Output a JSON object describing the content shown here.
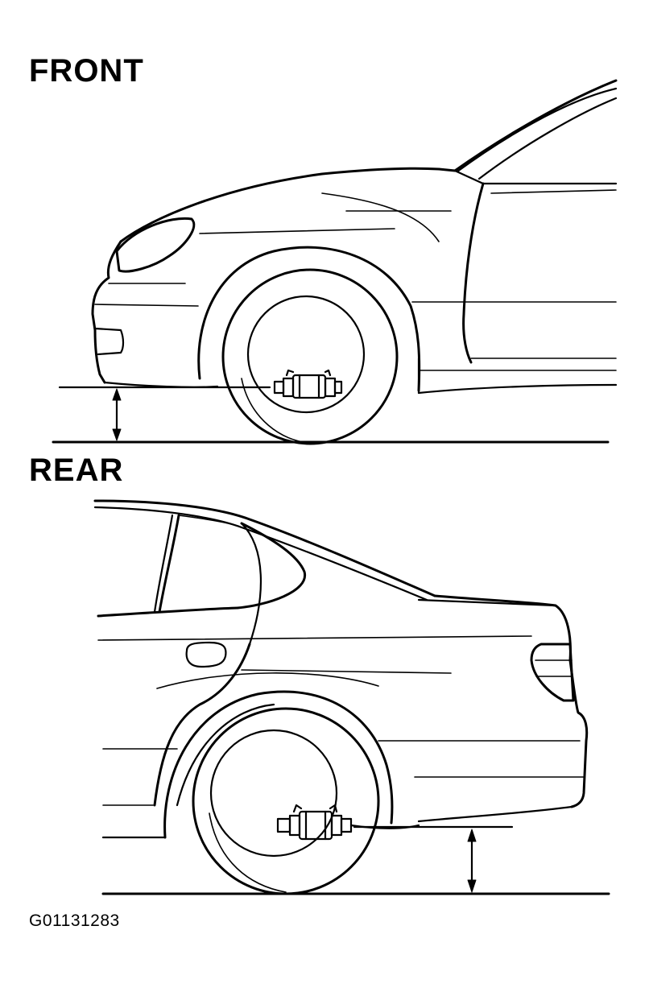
{
  "front": {
    "title": "FRONT"
  },
  "rear": {
    "title": "REAR"
  },
  "figure_code": "G01131283"
}
